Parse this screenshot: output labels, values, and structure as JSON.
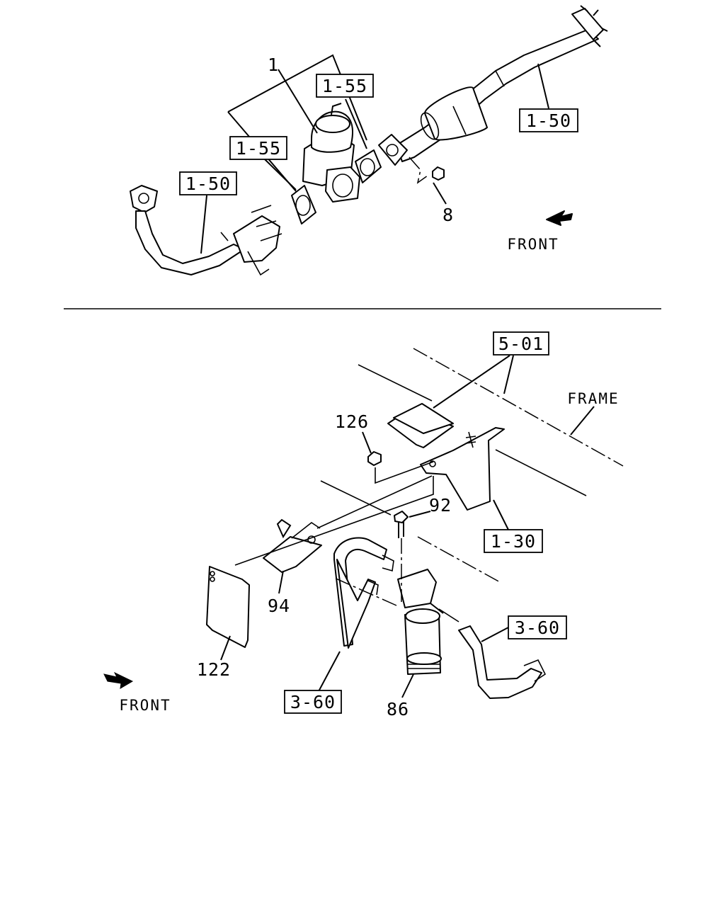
{
  "upper": {
    "callouts": {
      "c1": "1",
      "c8": "8",
      "ref_1_55_top": "1-55",
      "ref_1_55_left": "1-55",
      "ref_1_50_right": "1-50",
      "ref_1_50_left": "1-50"
    },
    "front": "FRONT"
  },
  "lower": {
    "callouts": {
      "c126": "126",
      "c92": "92",
      "c94": "94",
      "c122": "122",
      "c86": "86",
      "ref_5_01": "5-01",
      "ref_1_30": "1-30",
      "ref_3_60_right": "3-60",
      "ref_3_60_bottom": "3-60"
    },
    "frame": "FRAME",
    "front": "FRONT"
  }
}
